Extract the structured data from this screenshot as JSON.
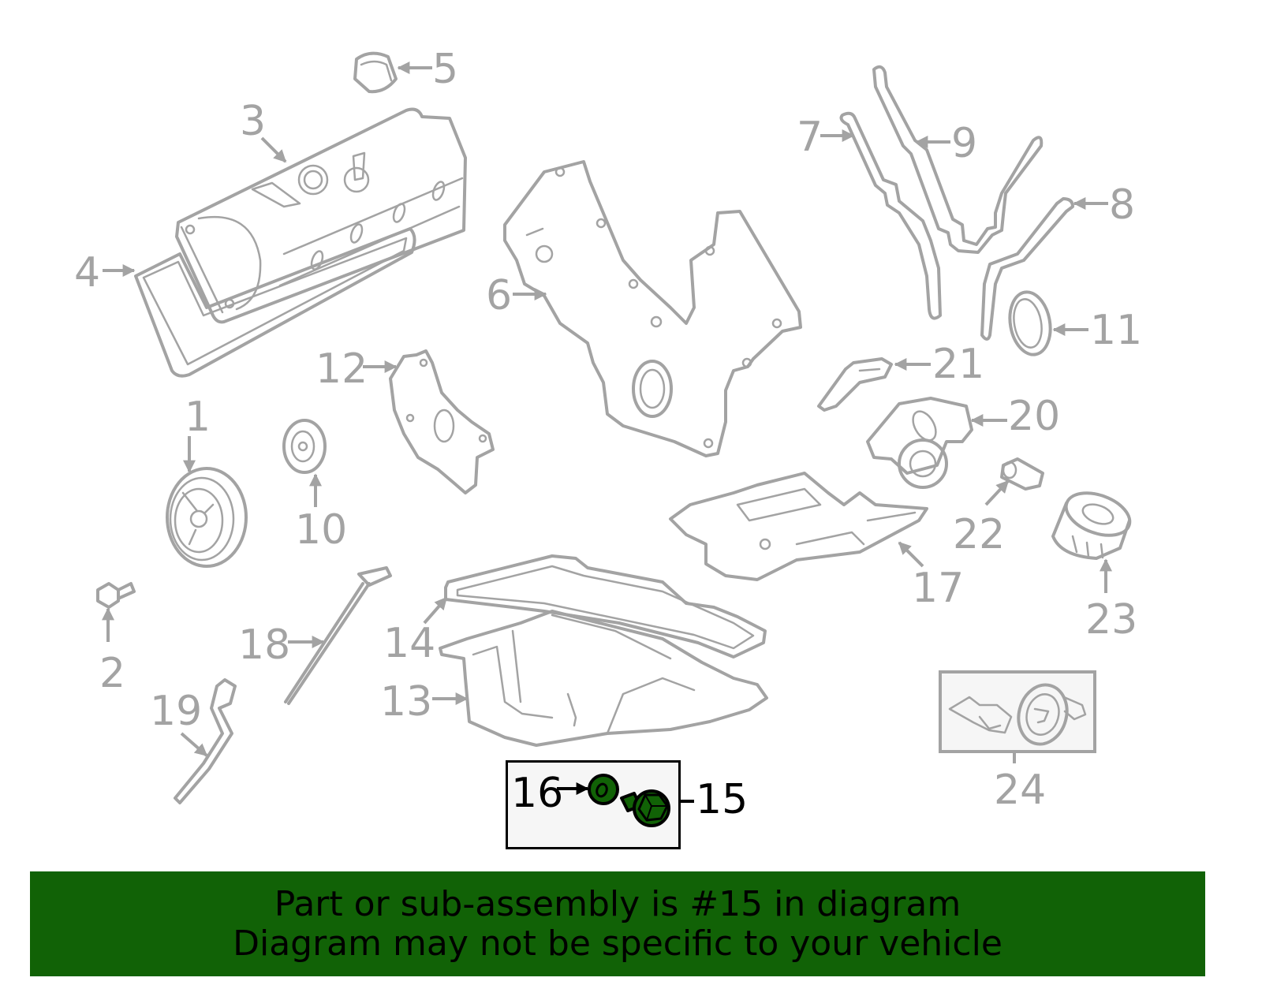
{
  "diagram": {
    "callouts": [
      {
        "id": "1",
        "label": "1"
      },
      {
        "id": "2",
        "label": "2"
      },
      {
        "id": "3",
        "label": "3"
      },
      {
        "id": "4",
        "label": "4"
      },
      {
        "id": "5",
        "label": "5"
      },
      {
        "id": "6",
        "label": "6"
      },
      {
        "id": "7",
        "label": "7"
      },
      {
        "id": "8",
        "label": "8"
      },
      {
        "id": "9",
        "label": "9"
      },
      {
        "id": "10",
        "label": "10"
      },
      {
        "id": "11",
        "label": "11"
      },
      {
        "id": "12",
        "label": "12"
      },
      {
        "id": "13",
        "label": "13"
      },
      {
        "id": "14",
        "label": "14"
      },
      {
        "id": "15",
        "label": "15"
      },
      {
        "id": "16",
        "label": "16"
      },
      {
        "id": "17",
        "label": "17"
      },
      {
        "id": "18",
        "label": "18"
      },
      {
        "id": "19",
        "label": "19"
      },
      {
        "id": "20",
        "label": "20"
      },
      {
        "id": "21",
        "label": "21"
      },
      {
        "id": "22",
        "label": "22"
      },
      {
        "id": "23",
        "label": "23"
      },
      {
        "id": "24",
        "label": "24"
      }
    ],
    "highlighted_part": "15",
    "colors": {
      "line_art": "#a3a3a3",
      "highlight_fill": "#116206",
      "highlight_text": "#000000",
      "banner_bg": "#116206"
    }
  },
  "banner": {
    "line1": "Part or sub-assembly is #15 in diagram",
    "line2": "Diagram may not be specific to your vehicle"
  }
}
